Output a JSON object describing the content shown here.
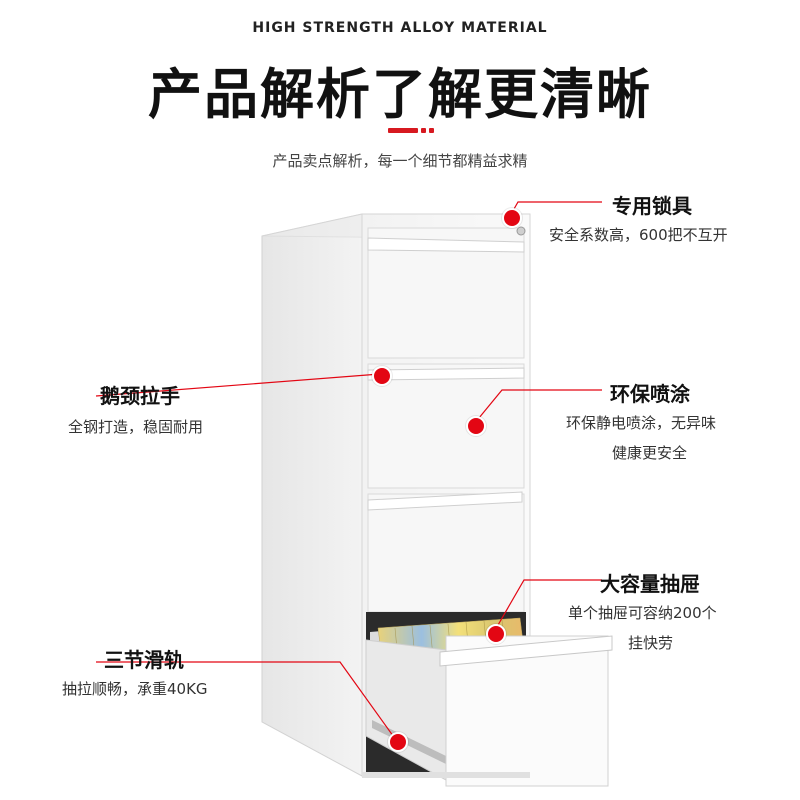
{
  "header": {
    "eyebrow": "HIGH STRENGTH ALLOY MATERIAL",
    "title": "产品解析了解更清晰",
    "subtitle": "产品卖点解析，每一个细节都精益求精"
  },
  "colors": {
    "accent": "#e30613",
    "cabinet": "#f4f4f4",
    "text": "#111111"
  },
  "features": {
    "lock": {
      "title": "专用锁具",
      "desc": "安全系数高，600把不互开"
    },
    "handle": {
      "title": "鹅颈拉手",
      "desc": "全钢打造，稳固耐用"
    },
    "coating": {
      "title": "环保喷涂",
      "desc1": "环保静电喷涂，无异味",
      "desc2": "健康更安全"
    },
    "capacity": {
      "title": "大容量抽屉",
      "desc1": "单个抽屉可容纳200个",
      "desc2": "挂快劳"
    },
    "rail": {
      "title": "三节滑轨",
      "desc": "抽拉顺畅，承重40KG"
    }
  }
}
